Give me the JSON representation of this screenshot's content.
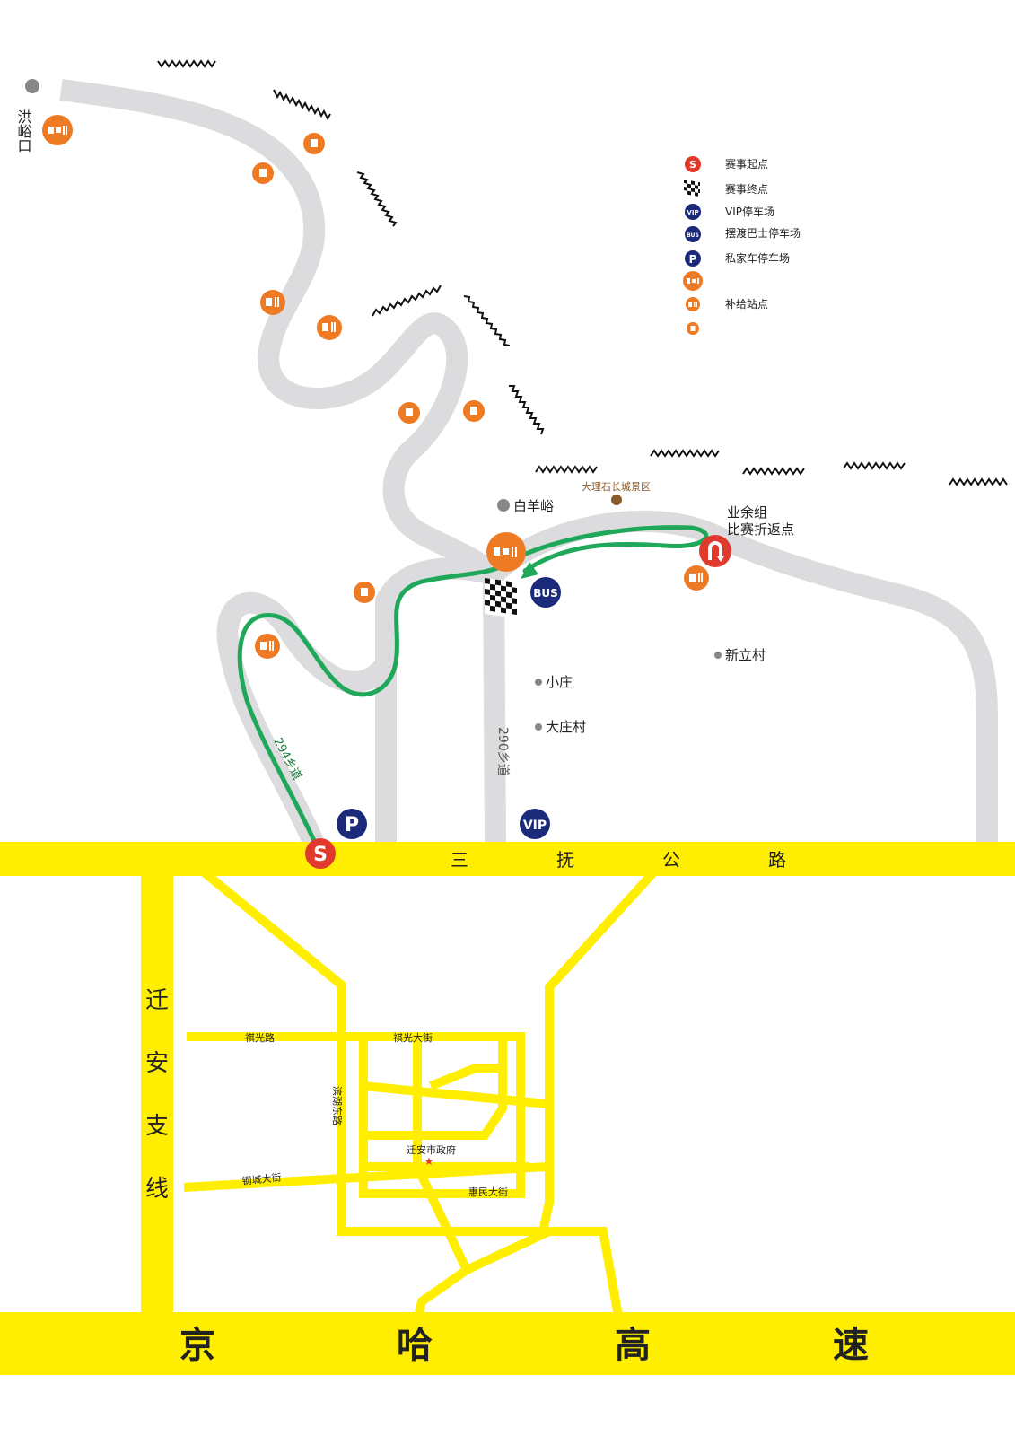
{
  "legend": {
    "start": "赛事起点",
    "finish": "赛事终点",
    "vip_parking": "VIP停车场",
    "shuttle_parking": "摆渡巴士停车场",
    "private_parking": "私家车停车场",
    "supply": "补给站点",
    "icons": [
      "start-icon",
      "finish-flag-icon",
      "vip-icon",
      "bus-icon",
      "parking-icon",
      "supply-icon"
    ]
  },
  "places": {
    "hongyukou": "洪峪口",
    "baiyangyu": "白羊峪",
    "scenic": "大理石长城景区",
    "turnaround": "业余组比赛折返点",
    "turnaround_l1": "业余组",
    "turnaround_l2": "比赛折返点",
    "xinlicun": "新立村",
    "xiaozhuang": "小庄",
    "dazhuangcun": "大庄村",
    "road_290": "290乡道",
    "road_294": "294乡道"
  },
  "badges": {
    "bus": "BUS",
    "vip": "VIP",
    "parking": "P",
    "start": "S"
  },
  "roads": {
    "sanfu": [
      "三",
      "抚",
      "公",
      "路"
    ],
    "jingha": [
      "京",
      "哈",
      "高",
      "速"
    ],
    "qianan": [
      "迁",
      "安",
      "支",
      "线"
    ]
  },
  "streets": {
    "qiguang_road": "祺光路",
    "qiguang_street": "祺光大街",
    "binhu_east": "滨湖东路",
    "gangcheng": "钢城大街",
    "huimin": "惠民大街",
    "gov": "迁安市政府"
  },
  "colors": {
    "route_green": "#1fa85a",
    "road_gray": "#dcdcde",
    "highway_yellow": "#ffee00",
    "supply_orange": "#ee7a24",
    "parking_navy": "#1c2a7a",
    "start_red": "#e03a2c"
  }
}
